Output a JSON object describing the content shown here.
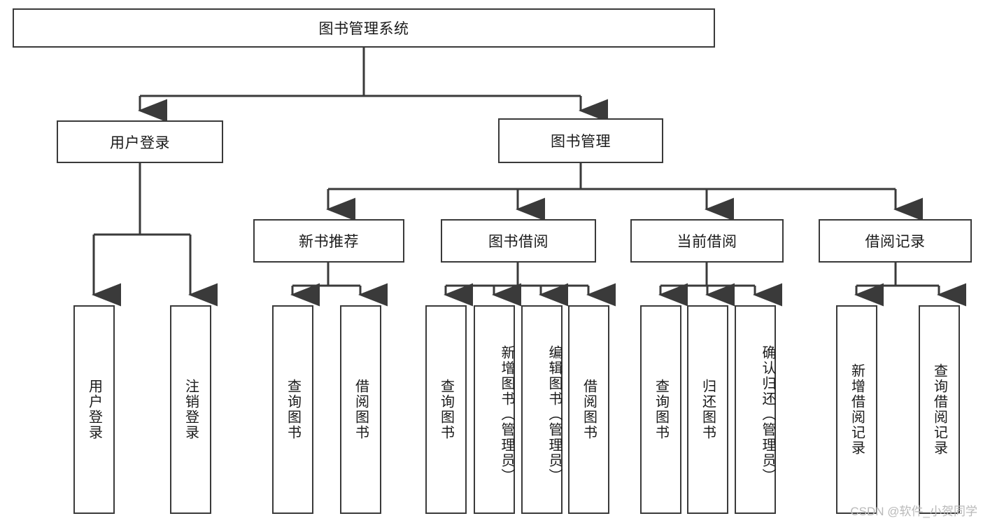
{
  "diagram": {
    "title": "图书管理系统",
    "type": "tree-hierarchy-diagram",
    "watermark": "CSDN @软件_小贺同学",
    "colors": {
      "border": "#3a3a3a",
      "background": "#ffffff",
      "text": "#1a1a1a",
      "watermark": "#b9b9b9"
    },
    "root": {
      "label": "图书管理系统"
    },
    "level2": [
      {
        "id": "user-login",
        "label": "用户登录"
      },
      {
        "id": "book-management",
        "label": "图书管理"
      }
    ],
    "level3": [
      {
        "id": "new-book-recommend",
        "label": "新书推荐",
        "parent": "book-management"
      },
      {
        "id": "book-borrow",
        "label": "图书借阅",
        "parent": "book-management"
      },
      {
        "id": "current-borrow",
        "label": "当前借阅",
        "parent": "book-management"
      },
      {
        "id": "borrow-record",
        "label": "借阅记录",
        "parent": "book-management"
      }
    ],
    "leaves": {
      "user-login": [
        {
          "id": "leaf-user-login",
          "label": "用户登录"
        },
        {
          "id": "leaf-logout-login",
          "label": "注销登录"
        }
      ],
      "new-book-recommend": [
        {
          "id": "leaf-query-book-1",
          "label": "查询图书"
        },
        {
          "id": "leaf-borrow-book-1",
          "label": "借阅图书"
        }
      ],
      "book-borrow": [
        {
          "id": "leaf-query-book-2",
          "label": "查询图书"
        },
        {
          "id": "leaf-add-book",
          "label": "新增图书（管理员）"
        },
        {
          "id": "leaf-edit-book",
          "label": "编辑图书（管理员）"
        },
        {
          "id": "leaf-borrow-book-2",
          "label": "借阅图书"
        }
      ],
      "current-borrow": [
        {
          "id": "leaf-query-book-3",
          "label": "查询图书"
        },
        {
          "id": "leaf-return-book",
          "label": "归还图书"
        },
        {
          "id": "leaf-confirm-return",
          "label": "确认归还（管理员）"
        }
      ],
      "borrow-record": [
        {
          "id": "leaf-add-record",
          "label": "新增借阅记录"
        },
        {
          "id": "leaf-query-record",
          "label": "查询借阅记录"
        }
      ]
    }
  }
}
